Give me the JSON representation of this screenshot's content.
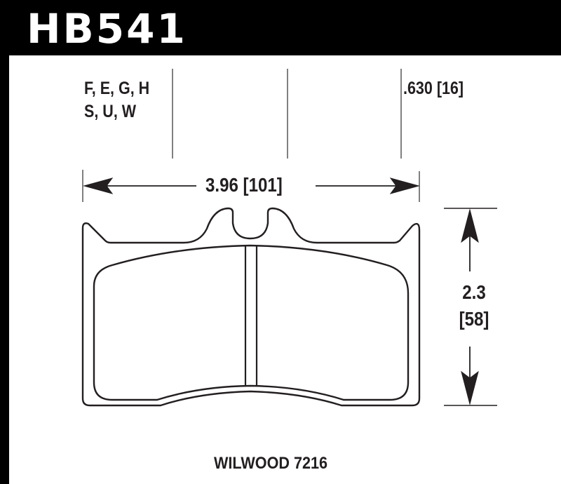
{
  "header": {
    "part_number": "HB541"
  },
  "annotations": {
    "compounds_line1": "F, E, G, H",
    "compounds_line2": "S, U, W",
    "thickness": ".630 [16]",
    "width": "3.96 [101]",
    "height_in": "2.3",
    "height_mm": "[58]",
    "caliper": "WILWOOD 7216"
  },
  "colors": {
    "frame": "#000000",
    "background": "#ffffff",
    "line": "#231f20",
    "leader_line": "#555555"
  }
}
